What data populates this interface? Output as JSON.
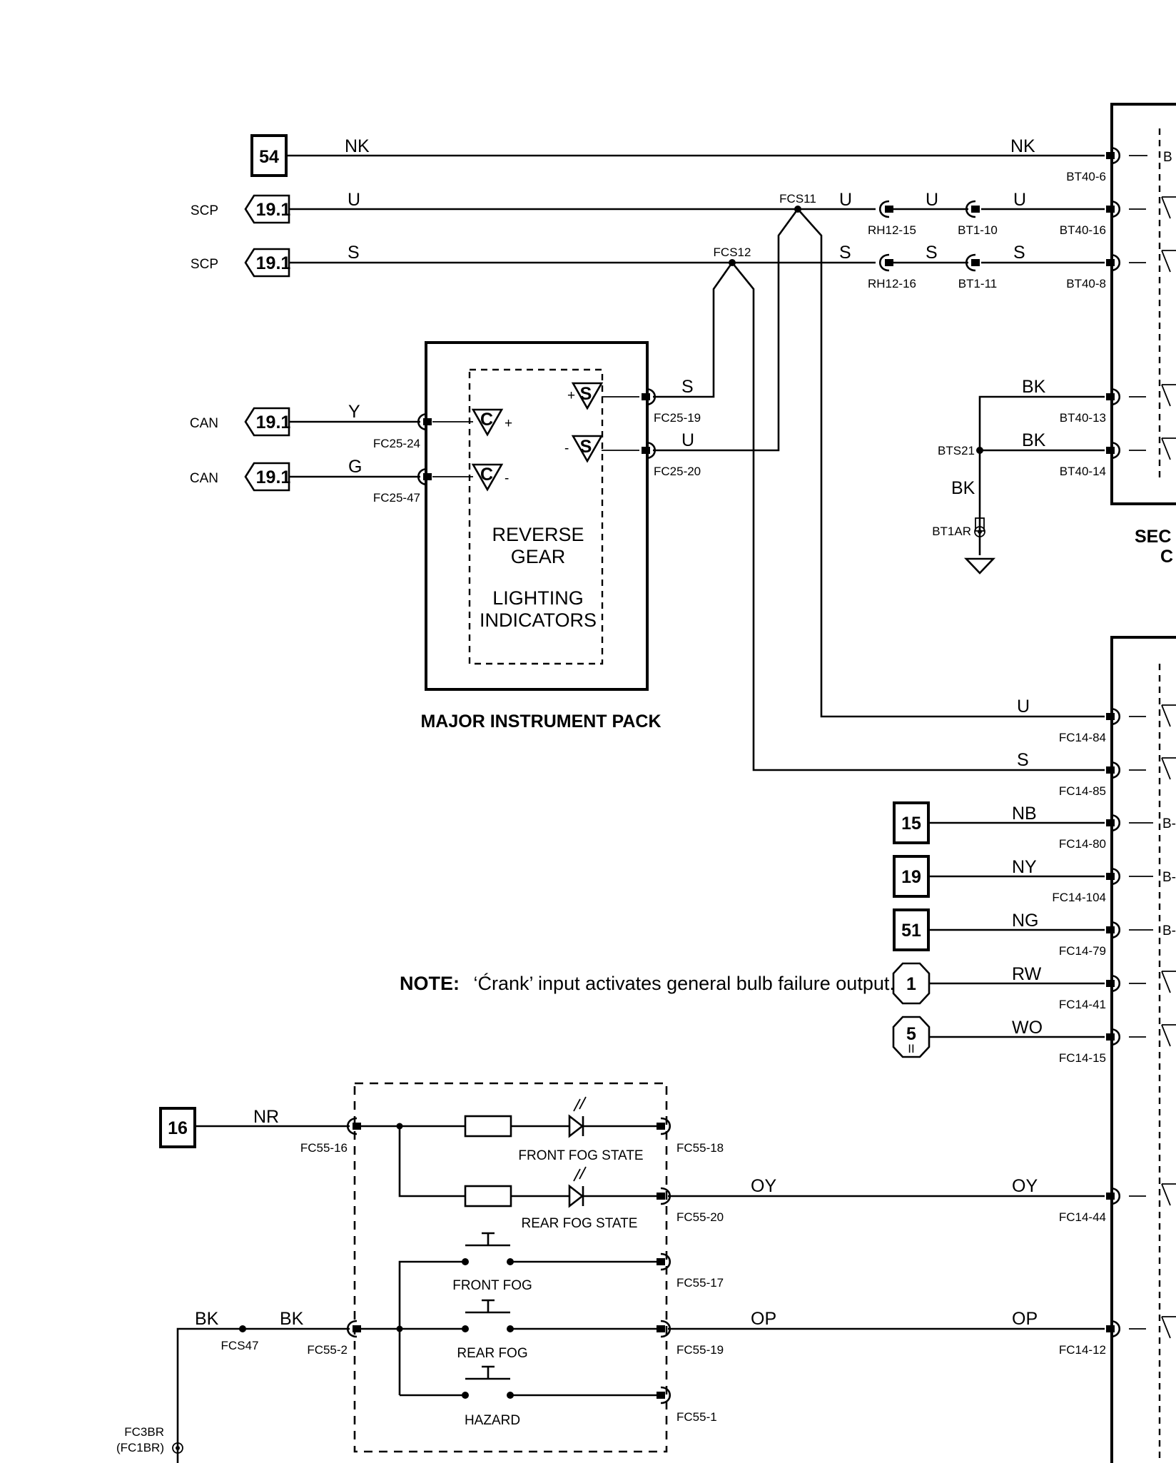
{
  "sheet_refs": {
    "r54": "54",
    "r15": "15",
    "r19": "19",
    "r51": "51",
    "r16": "16",
    "scp1": "19.1",
    "scp2": "19.1",
    "can1": "19.1",
    "can2": "19.1",
    "c1": "1",
    "c5": "5",
    "c5_sub": "II"
  },
  "bus_labels": {
    "scp1": "SCP",
    "scp2": "SCP",
    "can1": "CAN",
    "can2": "CAN"
  },
  "wire_colors": {
    "nk_a": "NK",
    "nk_b": "NK",
    "u_a": "U",
    "u_b": "U",
    "u_c": "U",
    "u_d": "U",
    "u_e": "U",
    "u_f": "U",
    "s_a": "S",
    "s_b": "S",
    "s_c": "S",
    "s_d": "S",
    "s_e": "S",
    "s_f": "S",
    "y": "Y",
    "g": "G",
    "bk_1": "BK",
    "bk_2": "BK",
    "bk_3": "BK",
    "bk_4": "BK",
    "bk_5": "BK",
    "nb": "NB",
    "ny": "NY",
    "ng": "NG",
    "rw": "RW",
    "wo": "WO",
    "nr": "NR",
    "oy_a": "OY",
    "oy_b": "OY",
    "op_a": "OP",
    "op_b": "OP"
  },
  "connectors": {
    "bt40_6": "BT40-6",
    "bt40_16": "BT40-16",
    "bt40_8": "BT40-8",
    "bt40_13": "BT40-13",
    "bt40_14": "BT40-14",
    "rh12_15": "RH12-15",
    "rh12_16": "RH12-16",
    "bt1_10": "BT1-10",
    "bt1_11": "BT1-11",
    "fcs11": "FCS11",
    "fcs12": "FCS12",
    "bts21": "BTS21",
    "bt1ar": "BT1AR",
    "fc25_19": "FC25-19",
    "fc25_20": "FC25-20",
    "fc25_24": "FC25-24",
    "fc25_47": "FC25-47",
    "fc14_84": "FC14-84",
    "fc14_85": "FC14-85",
    "fc14_80": "FC14-80",
    "fc14_104": "FC14-104",
    "fc14_79": "FC14-79",
    "fc14_41": "FC14-41",
    "fc14_15": "FC14-15",
    "fc14_44": "FC14-44",
    "fc14_12": "FC14-12",
    "fc55_16": "FC55-16",
    "fc55_18": "FC55-18",
    "fc55_20": "FC55-20",
    "fc55_17": "FC55-17",
    "fc55_19": "FC55-19",
    "fc55_2": "FC55-2",
    "fc55_1": "FC55-1",
    "fcs47": "FCS47",
    "fc3br": "FC3BR",
    "fc1br": "(FC1BR)"
  },
  "components": {
    "mip_title": "MAJOR INSTRUMENT PACK",
    "mip_line1": "REVERSE",
    "mip_line2": "GEAR",
    "mip_line3": "LIGHTING",
    "mip_line4": "INDICATORS",
    "sec_line1": "SEC",
    "sec_line2": "C",
    "sym_s1": "S",
    "sym_s2": "S",
    "sym_c1": "C",
    "sym_c2": "C",
    "plus1": "+",
    "plus2": "+",
    "minus1": "-",
    "minus2": "-",
    "edge_b1": "B",
    "edge_b2": "B-",
    "edge_b3": "B-",
    "edge_b4": "B-",
    "front_fog_state": "FRONT FOG STATE",
    "rear_fog_state": "REAR FOG STATE",
    "front_fog": "FRONT FOG",
    "rear_fog": "REAR FOG",
    "hazard": "HAZARD"
  },
  "note": {
    "label": "NOTE:",
    "text": "‘Ćrank’ input activates general bulb failure output."
  }
}
